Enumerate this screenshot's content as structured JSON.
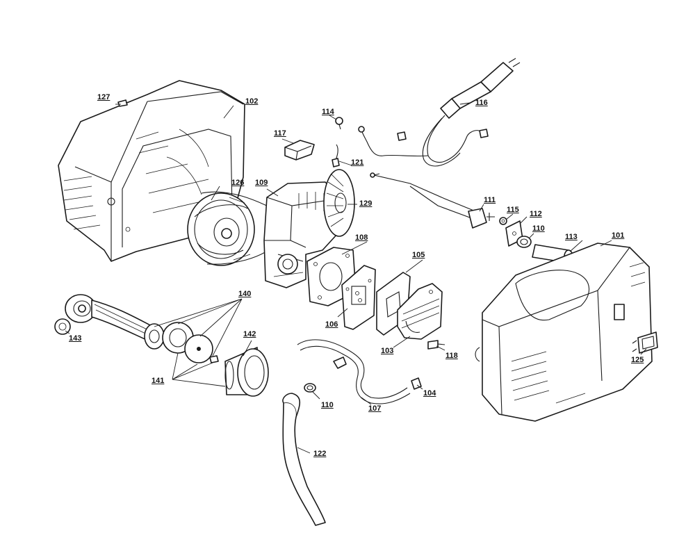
{
  "colors": {
    "line": "#1a1a1a",
    "background": "#ffffff"
  },
  "callouts": {
    "c101": "101",
    "c102": "102",
    "c103": "103",
    "c104": "104",
    "c105": "105",
    "c106": "106",
    "c107": "107",
    "c108": "108",
    "c109": "109",
    "c110a": "110",
    "c110b": "110",
    "c111": "111",
    "c112": "112",
    "c113": "113",
    "c114": "114",
    "c115": "115",
    "c116": "116",
    "c117": "117",
    "c118": "118",
    "c121": "121",
    "c122": "122",
    "c125": "125",
    "c126": "126",
    "c127": "127",
    "c129": "129",
    "c140": "140",
    "c141": "141",
    "c142": "142",
    "c143": "143"
  }
}
